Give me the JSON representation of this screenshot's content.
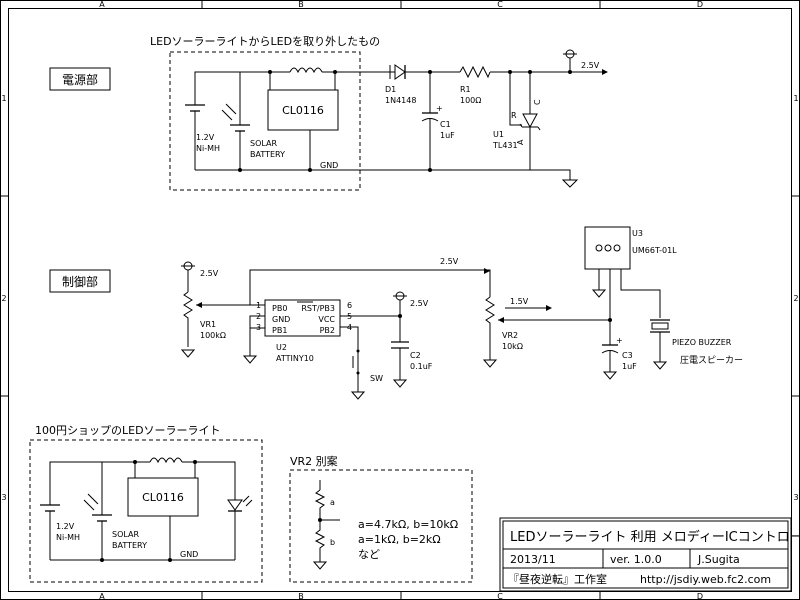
{
  "border": {
    "columns": [
      "A",
      "B",
      "C",
      "D"
    ],
    "rows": [
      "1",
      "2",
      "3"
    ]
  },
  "power_section": {
    "label": "電源部",
    "removed_note": "LEDソーラーライトからLEDを取り外したもの",
    "battery_voltage": "1.2V",
    "battery_type": "Ni-MH",
    "solar_line1": "SOLAR",
    "solar_line2": "BATTERY",
    "ic": "CL0116",
    "gnd": "GND",
    "d1_ref": "D1",
    "d1_part": "1N4148",
    "r1_ref": "R1",
    "r1_val": "100Ω",
    "c1_ref": "C1",
    "c1_val": "1uF",
    "u1_ref": "U1",
    "u1_part": "TL431",
    "pin_r": "R",
    "pin_c": "C",
    "pin_a": "A",
    "vout": "2.5V"
  },
  "control_section": {
    "label": "制御部",
    "vr1_supply": "2.5V",
    "vr1_ref": "VR1",
    "vr1_val": "100kΩ",
    "u2_ref": "U2",
    "u2_part": "ATTINY10",
    "pins_left": [
      "PB0",
      "GND",
      "PB1"
    ],
    "pins_right": [
      "RST/PB3",
      "VCC",
      "PB2"
    ],
    "pin_nums_left": [
      "1",
      "2",
      "3"
    ],
    "pin_nums_right": [
      "6",
      "5",
      "4"
    ],
    "vcc_supply": "2.5V",
    "c2_ref": "C2",
    "c2_val": "0.1uF",
    "sw": "SW",
    "vr2_supply": "2.5V",
    "vr2_ref": "VR2",
    "vr2_val": "10kΩ",
    "wiper_v": "1.5V",
    "c3_ref": "C3",
    "c3_val": "1uF",
    "u3_ref": "U3",
    "u3_part": "UM66T-01L",
    "buzzer_en": "PIEZO BUZZER",
    "buzzer_jp": "圧電スピーカー"
  },
  "shop_section": {
    "title": "100円ショップのLEDソーラーライト",
    "battery_voltage": "1.2V",
    "battery_type": "Ni-MH",
    "solar_line1": "SOLAR",
    "solar_line2": "BATTERY",
    "ic": "CL0116",
    "gnd": "GND"
  },
  "vr2_alt": {
    "title": "VR2 別案",
    "label_a": "a",
    "label_b": "b",
    "line1": "a=4.7kΩ, b=10kΩ",
    "line2": "a=1kΩ, b=2kΩ",
    "line3": "など"
  },
  "title_block": {
    "title": "LEDソーラーライト 利用 メロディーICコントローラ",
    "date": "2013/11",
    "version": "ver. 1.0.0",
    "author": "J.Sugita",
    "org": "『昼夜逆転』工作室",
    "url": "http://jsdiy.web.fc2.com"
  }
}
